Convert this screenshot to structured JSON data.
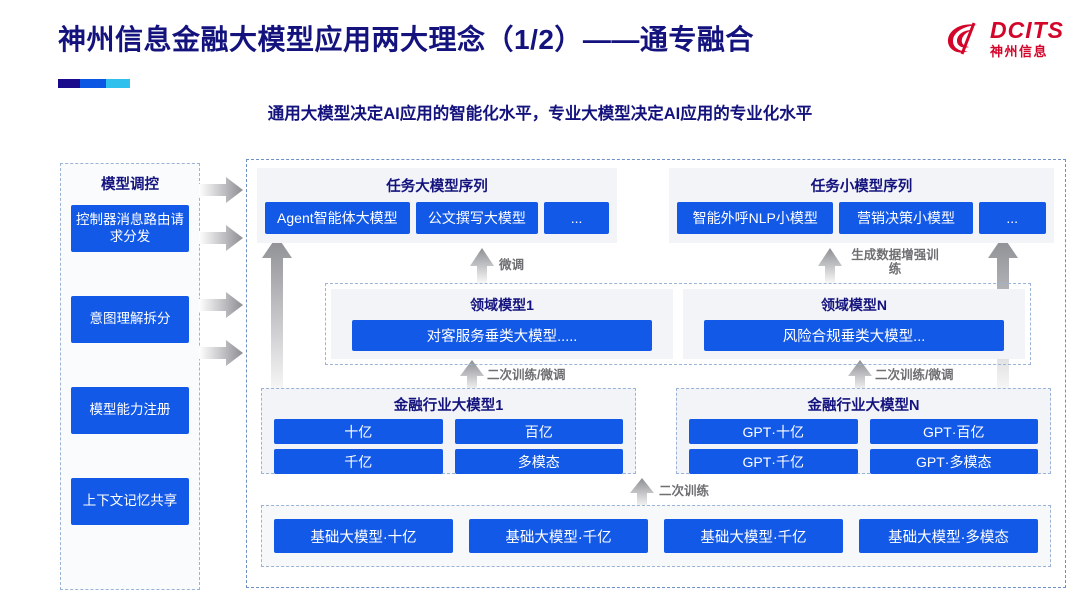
{
  "header": {
    "title": "神州信息金融大模型应用两大理念（1/2）——通专融合",
    "subtitle": "通用大模型决定AI应用的智能化水平，专业大模型决定AI应用的专业化水平",
    "logo_en": "DCITS",
    "logo_cn": "神州信息",
    "accent_colors": [
      "#1a0a8c",
      "#0b57e3",
      "#2fc0ee"
    ],
    "brand_red": "#d4052b",
    "title_color": "#14137e"
  },
  "control_panel": {
    "title": "模型调控",
    "items": [
      {
        "label": "控制器消息路由请求分发"
      },
      {
        "label": "意图理解拆分"
      },
      {
        "label": "模型能力注册"
      },
      {
        "label": "上下文记忆共享"
      }
    ]
  },
  "sequences": [
    {
      "title": "任务大模型序列",
      "boxes": [
        "Agent智能体大模型",
        "公文撰写大模型",
        "..."
      ]
    },
    {
      "title": "任务小模型序列",
      "boxes": [
        "智能外呼NLP小模型",
        "营销决策小模型",
        "..."
      ]
    }
  ],
  "domain_models": [
    {
      "title": "领域模型1",
      "box": "对客服务垂类大模型....."
    },
    {
      "title": "领域模型N",
      "box": "风险合规垂类大模型..."
    }
  ],
  "industry_models": [
    {
      "title": "金融行业大模型1",
      "boxes": [
        "十亿",
        "百亿",
        "千亿",
        "多模态"
      ]
    },
    {
      "title": "金融行业大模型N",
      "boxes": [
        "GPT·十亿",
        "GPT·百亿",
        "GPT·千亿",
        "GPT·多模态"
      ]
    }
  ],
  "base_models": [
    "基础大模型·十亿",
    "基础大模型·千亿",
    "基础大模型·千亿",
    "基础大模型·多模态"
  ],
  "arrow_labels": {
    "finetune": "微调",
    "data_aug": "生成数据增强训练",
    "retrain_finetune_left": "二次训练/微调",
    "retrain_finetune_right": "二次训练/微调",
    "retrain": "二次训练"
  },
  "colors": {
    "box_blue": "#1359e8",
    "panel_gray": "#f2f4f8",
    "dashed_border": "#9bb4d6",
    "arrow_gray": "#8d8e93"
  }
}
